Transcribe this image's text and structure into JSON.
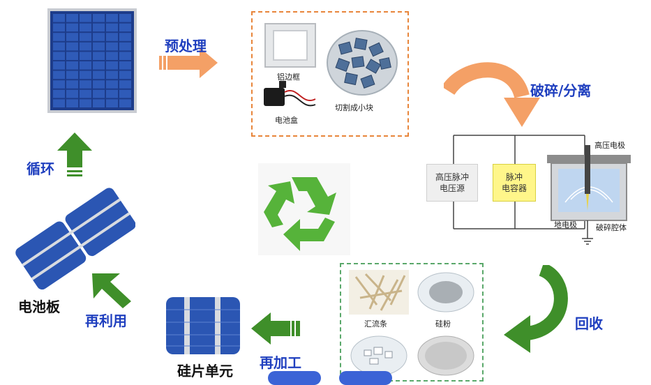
{
  "steps": {
    "pretreatment": "预处理",
    "crush_separate": "破碎/分离",
    "recycle": "回收",
    "reprocess": "再加工",
    "reuse": "再利用",
    "cycle": "循环"
  },
  "nodes": {
    "battery_panel": "电池板",
    "silicon_cell": "硅片单元"
  },
  "pretreatment_box": {
    "aluminum_frame": "铝边框",
    "junction_box": "电池盒",
    "cut_pieces": "切割成小块"
  },
  "crusher_diagram": {
    "hv_pulse_source_line1": "高压脉冲",
    "hv_pulse_source_line2": "电压源",
    "pulse_capacitor_line1": "脉冲",
    "pulse_capacitor_line2": "电容器",
    "hv_electrode": "高压电极",
    "ground_electrode": "地电极",
    "crush_chamber": "破碎腔体"
  },
  "recovered_box": {
    "bus_bar": "汇流条",
    "silicon_powder": "硅粉"
  },
  "colors": {
    "label_blue": "#1f3fbf",
    "arrow_orange": "#f4a066",
    "arrow_green": "#3f8f2a",
    "recycle_green": "#56b33a"
  }
}
